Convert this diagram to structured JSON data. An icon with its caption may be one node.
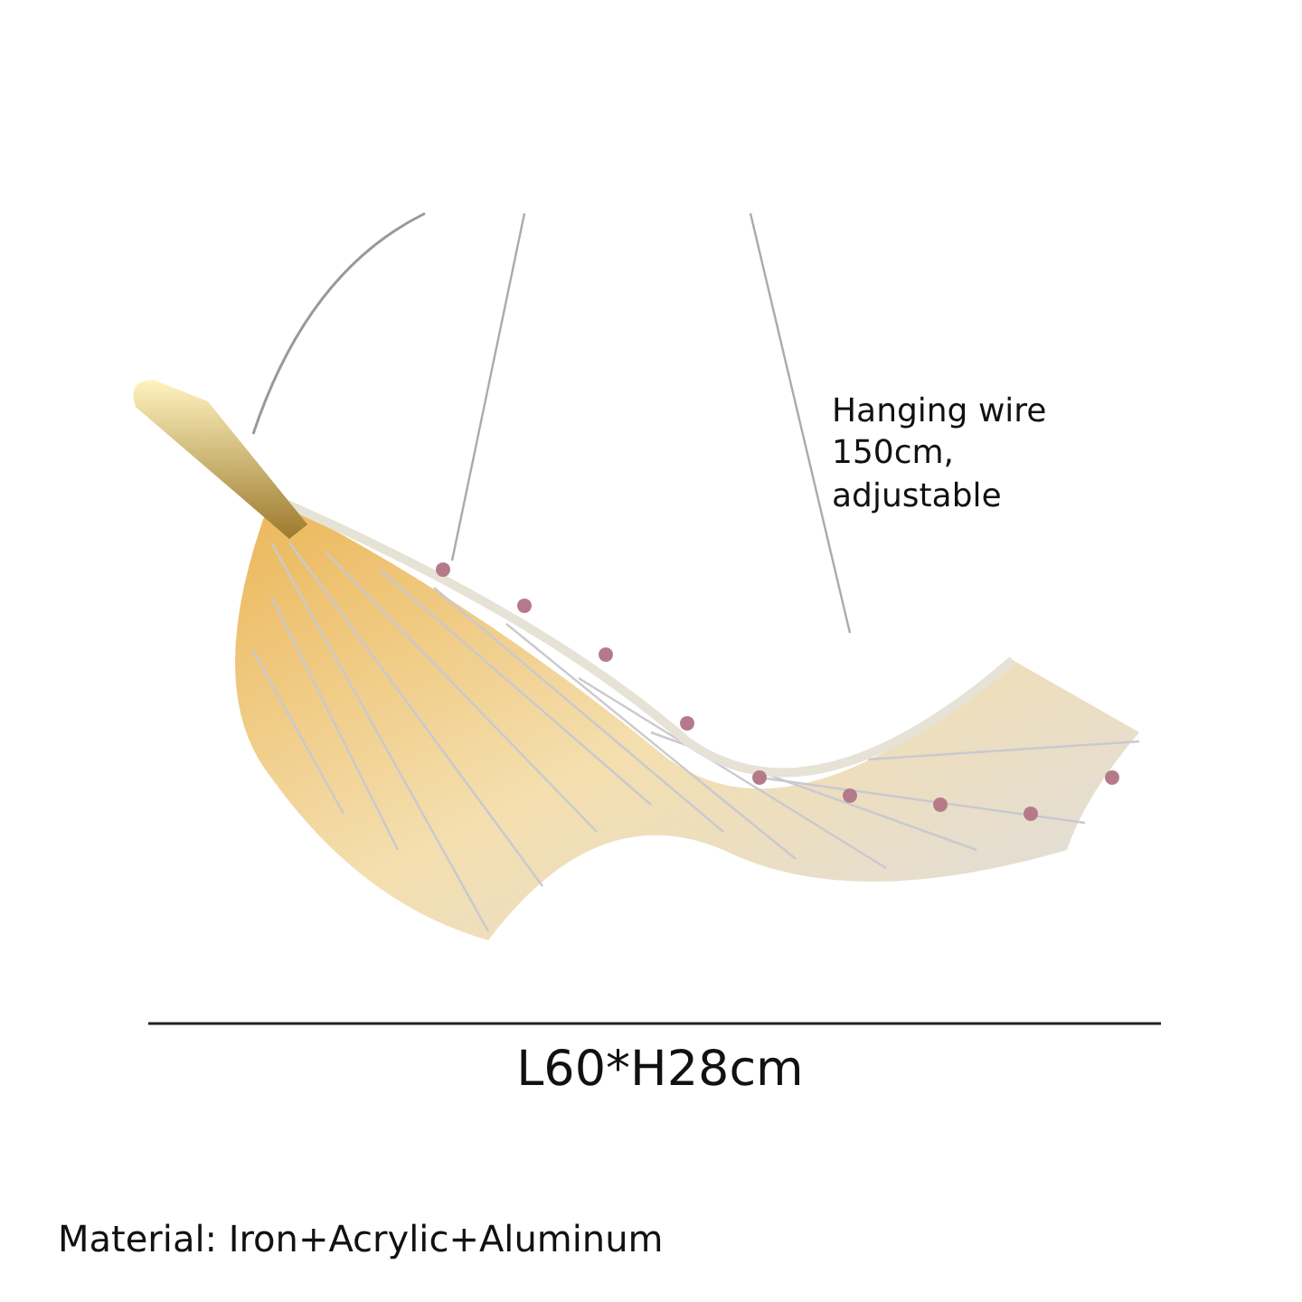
{
  "diagram": {
    "labels": [
      "Hanging wire 150cm, adjustable",
      "L60*H28cm",
      "Material: Iron+Acrylic+Aluminum"
    ]
  }
}
